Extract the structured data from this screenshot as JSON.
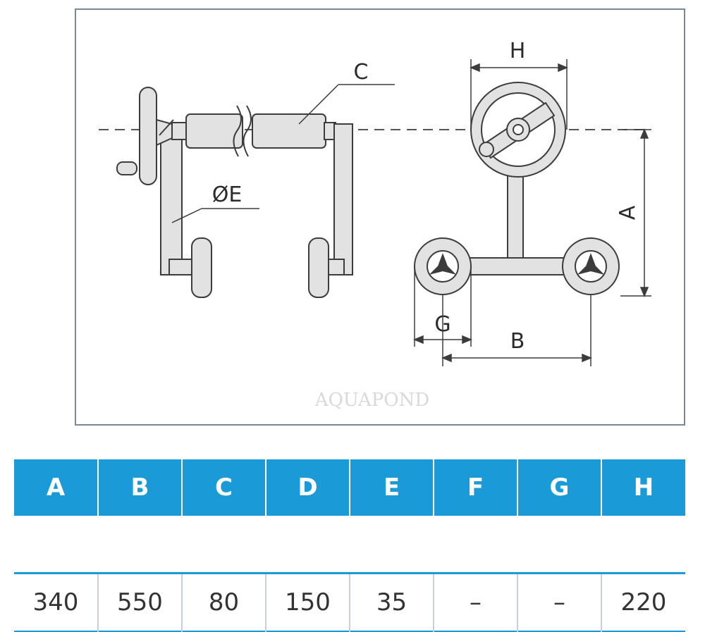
{
  "diagram": {
    "labels": {
      "c": "C",
      "e": "ØE",
      "h": "H",
      "a": "A",
      "g": "G",
      "b": "B"
    },
    "watermark": "AQUAPOND",
    "colors": {
      "frame": "#7a8891",
      "line": "#3c3c3c",
      "fill": "#e2e2e2"
    }
  },
  "table": {
    "headers": [
      "A",
      "B",
      "C",
      "D",
      "E",
      "F",
      "G",
      "H"
    ],
    "values": [
      "340",
      "550",
      "80",
      "150",
      "35",
      "–",
      "–",
      "220"
    ],
    "colors": {
      "header_bg": "#1a9ad6",
      "header_text": "#ffffff",
      "value_text": "#333333"
    }
  }
}
